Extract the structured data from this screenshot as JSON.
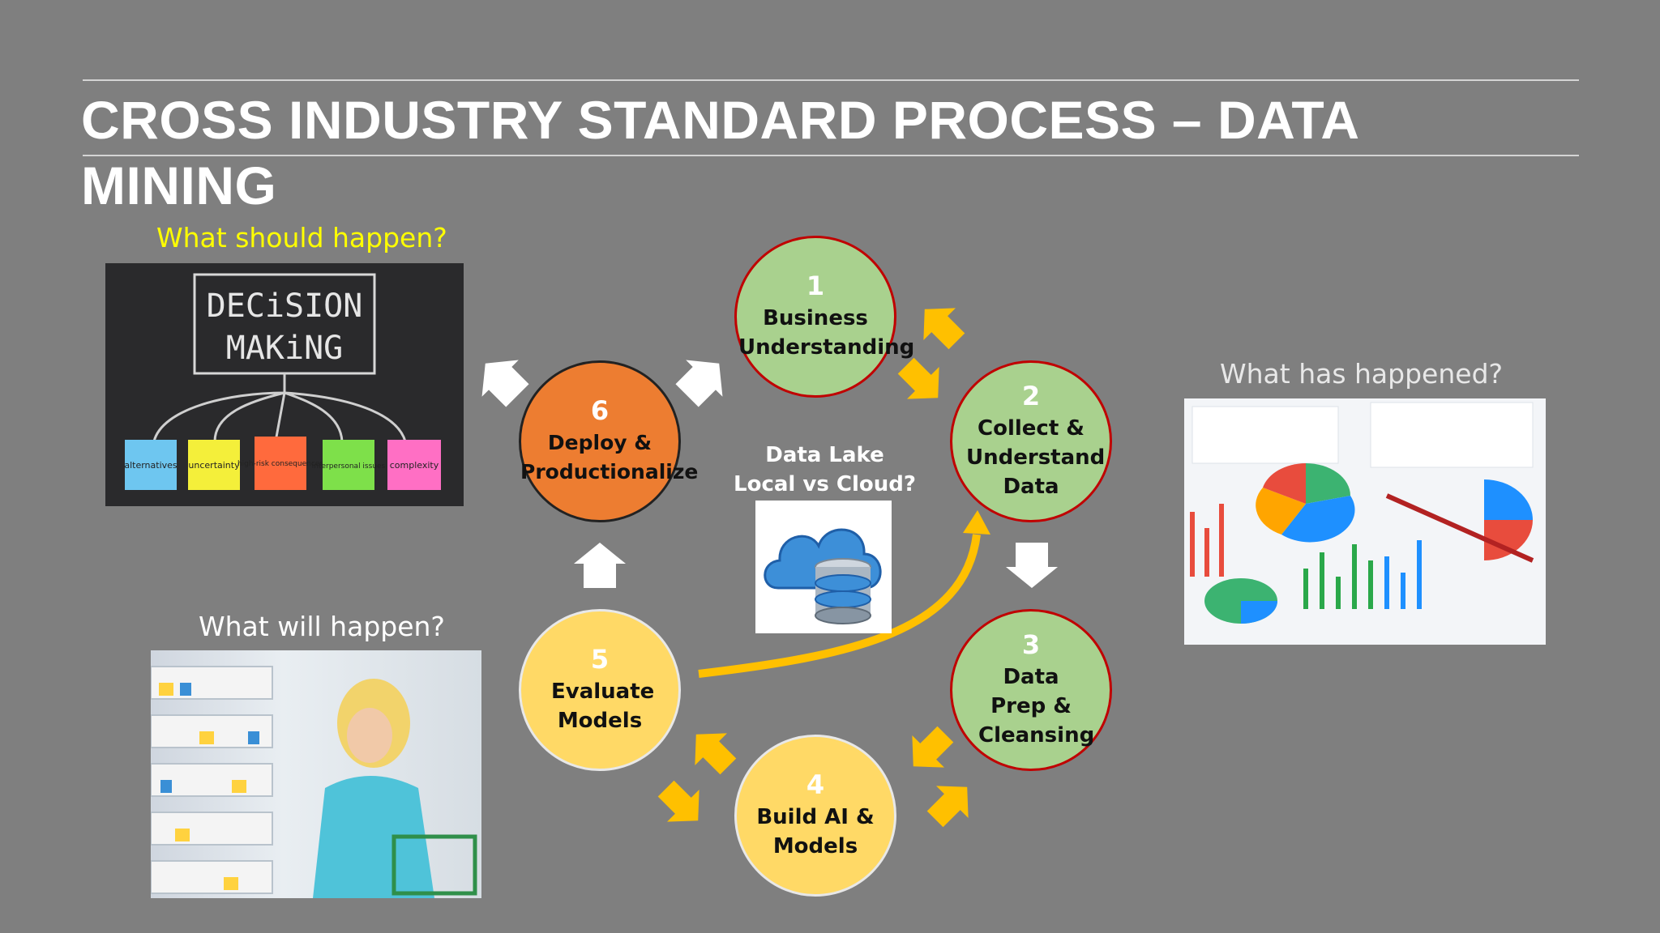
{
  "title": "CROSS INDUSTRY STANDARD PROCESS – DATA MINING",
  "captions": {
    "should": "What should happen?",
    "has": "What has happened?",
    "will": "What will happen?"
  },
  "decision_board": {
    "line1": "DECiSION",
    "line2": "MAKiNG",
    "notes": [
      {
        "text": "alternatives",
        "color": "#6ec6f0"
      },
      {
        "text": "uncertainty",
        "color": "#f4ef3a"
      },
      {
        "text": "high-risk consequences",
        "color": "#ff6a3d"
      },
      {
        "text": "interpersonal issues",
        "color": "#7ee04a"
      },
      {
        "text": "complexity",
        "color": "#ff6fc4"
      }
    ]
  },
  "steps": [
    {
      "num": "1",
      "label": "Business Understanding"
    },
    {
      "num": "2",
      "label": "Collect & Understand Data"
    },
    {
      "num": "3",
      "label": "Data Prep & Cleansing"
    },
    {
      "num": "4",
      "label": "Build AI & Models"
    },
    {
      "num": "5",
      "label": "Evaluate Models"
    },
    {
      "num": "6",
      "label": "Deploy & Productionalize"
    }
  ],
  "center": {
    "line1": "Data Lake",
    "line2": "Local vs Cloud?"
  },
  "colors": {
    "background": "#7f7f7f",
    "green_step": "#a9d18e",
    "yellow_step": "#ffd966",
    "orange_step": "#ed7d31",
    "arrow_gold": "#ffc000",
    "arrow_white": "#ffffff",
    "caption_yellow": "#ffff00"
  }
}
